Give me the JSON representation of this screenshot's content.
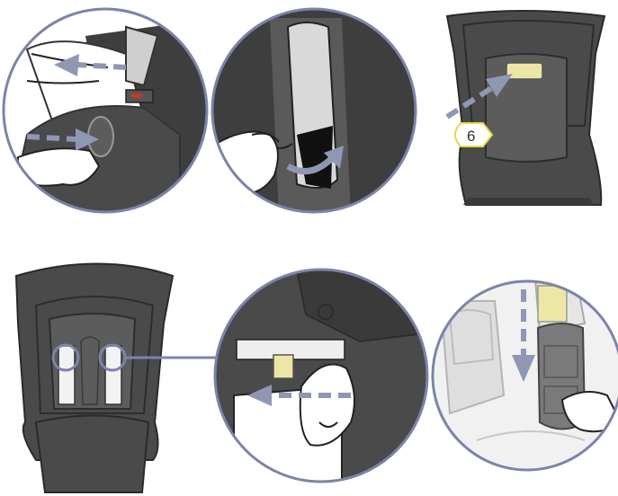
{
  "figure": {
    "panels": [
      {
        "id": "top-left",
        "content": "hand-pressing-release-button-with-buckle"
      },
      {
        "id": "top-middle",
        "content": "hand-peeling-back-cover-flap"
      },
      {
        "id": "top-right",
        "content": "seat-back-with-pocket-button"
      },
      {
        "id": "bottom-left",
        "content": "seat-rear-with-two-straps"
      },
      {
        "id": "bottom-middle",
        "content": "hand-sliding-bar-out"
      },
      {
        "id": "bottom-right",
        "content": "hand-pushing-strap-down"
      }
    ],
    "step_badge": "6"
  },
  "colors": {
    "arrow": "#8f97b3",
    "circle_border": "#7c84a8",
    "seat_dark": "#4a4a4a",
    "seat_mid": "#5c5c5c",
    "highlight": "#ece7a6",
    "badge_border": "#e3d84a"
  }
}
